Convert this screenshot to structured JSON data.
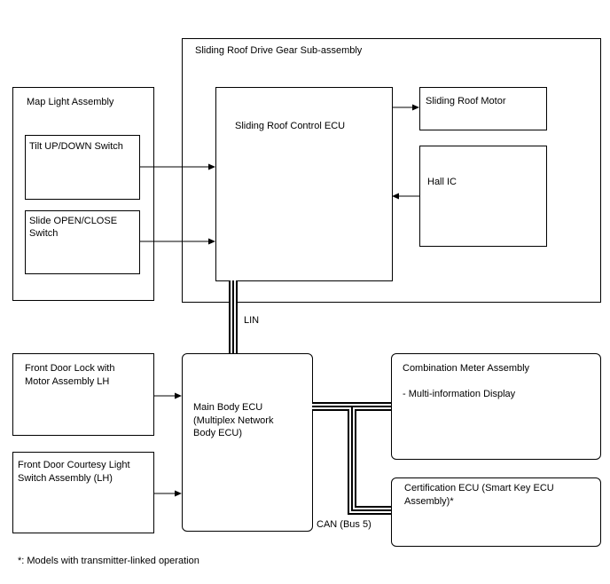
{
  "drive_gear": {
    "title": "Sliding Roof Drive Gear Sub-assembly"
  },
  "map_light": {
    "title": "Map Light Assembly"
  },
  "tilt_switch": {
    "label": "Tilt UP/DOWN Switch"
  },
  "slide_switch": {
    "lines": [
      "Slide OPEN/CLOSE",
      "Switch"
    ]
  },
  "control_ecu": {
    "label": "Sliding Roof Control ECU"
  },
  "motor": {
    "label": "Sliding Roof Motor"
  },
  "hall_ic": {
    "label": "Hall IC"
  },
  "lin": {
    "label": "LIN"
  },
  "door_lock": {
    "lines": [
      "Front Door Lock with",
      "Motor Assembly LH"
    ]
  },
  "courtesy_switch": {
    "lines": [
      "Front Door Courtesy Light",
      "Switch Assembly (LH)"
    ]
  },
  "main_body_ecu": {
    "lines": [
      "Main Body ECU",
      "(Multiplex Network",
      "Body ECU)"
    ]
  },
  "combination_meter": {
    "title": "Combination Meter Assembly",
    "item": "- Multi-information Display"
  },
  "certification_ecu": {
    "lines": [
      "Certification ECU (Smart Key ECU",
      "Assembly)*"
    ]
  },
  "can": {
    "label": "CAN (Bus 5)"
  },
  "footnote": "*: Models with transmitter-linked operation"
}
